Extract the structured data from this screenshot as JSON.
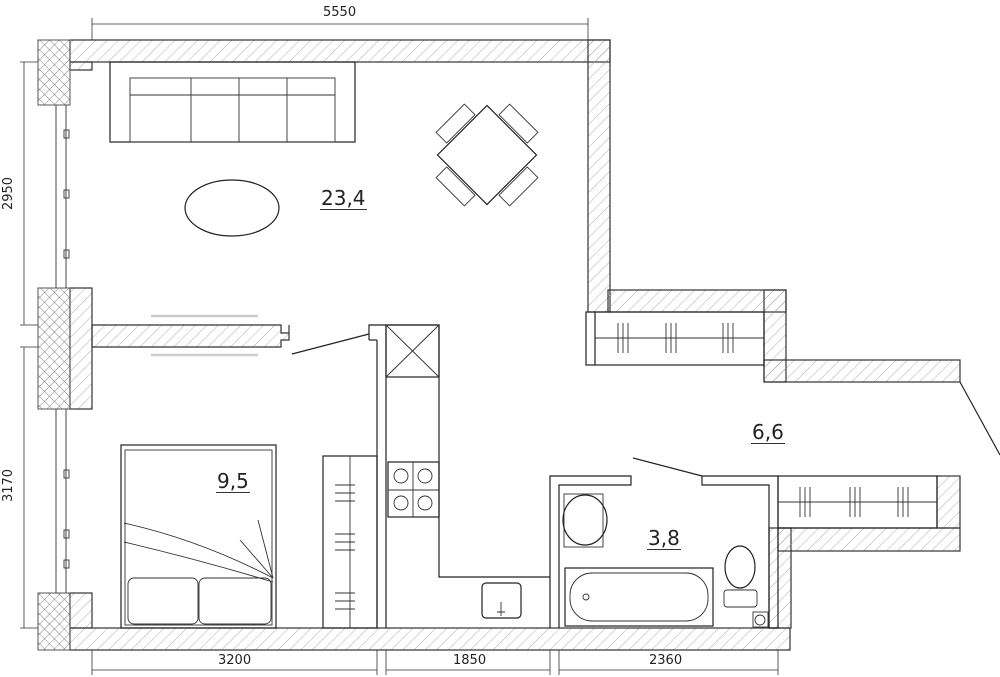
{
  "rooms": {
    "living": {
      "area": "23,4"
    },
    "bedroom": {
      "area": "9,5"
    },
    "bathroom": {
      "area": "3,8"
    },
    "hall": {
      "area": "6,6"
    }
  },
  "dimensions": {
    "top_width": "5550",
    "left_upper_height": "2950",
    "left_lower_height": "3170",
    "bottom_bedroom": "3200",
    "bottom_kitchen": "1850",
    "bottom_bathroom": "2360"
  },
  "colors": {
    "line": "#222222",
    "hatch": "#888888"
  }
}
